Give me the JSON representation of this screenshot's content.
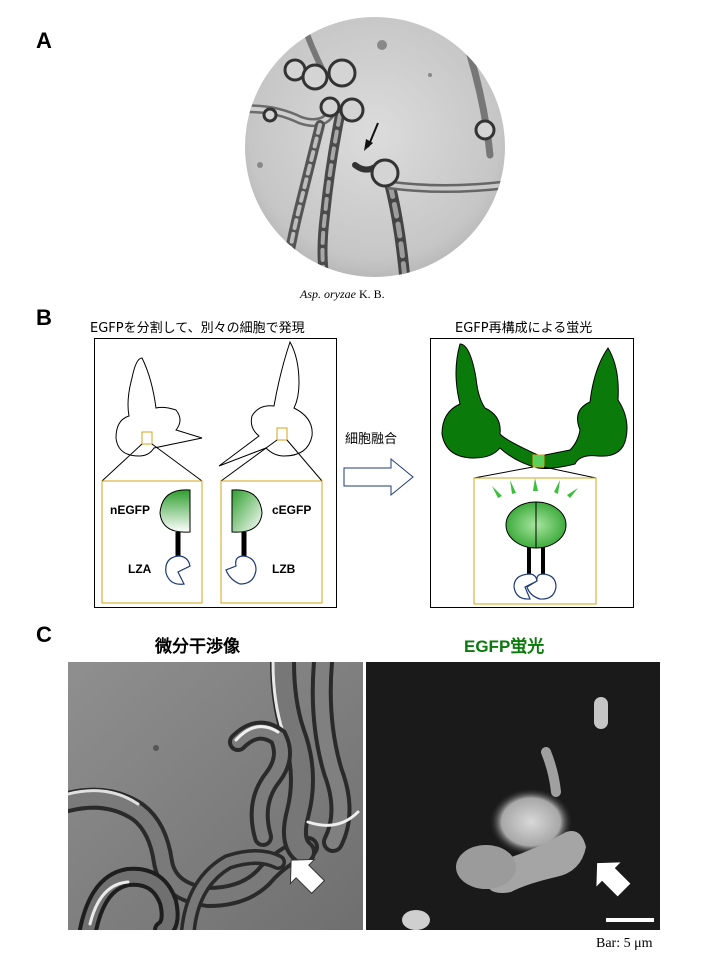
{
  "panels": {
    "a_letter": "A",
    "b_letter": "B",
    "c_letter": "C"
  },
  "panel_a": {
    "species_italic": "Asp. oryzae",
    "species_suffix": "K. B."
  },
  "panel_b": {
    "left_caption": "EGFPを分割して、別々の細胞で発現",
    "right_caption": "EGFP再構成による蛍光",
    "arrow_label": "細胞融合",
    "n_label": "nEGFP",
    "c_label": "cEGFP",
    "lza_label": "LZA",
    "lzb_label": "LZB"
  },
  "panel_c": {
    "dic_title": "微分干渉像",
    "fluor_title_prefix": "EGFP",
    "fluor_title_suffix": "蛍光",
    "scale_bar": "Bar: 5 μm"
  },
  "colors": {
    "green": "#0a7a0a",
    "box_yellow": "#d6a41b"
  }
}
